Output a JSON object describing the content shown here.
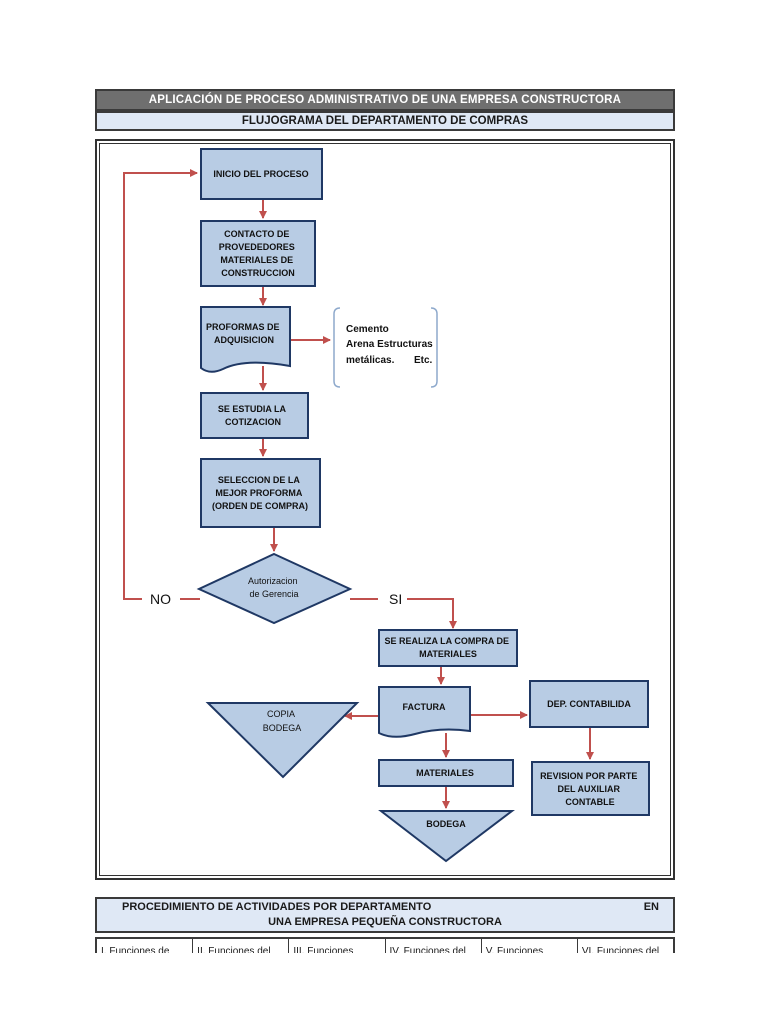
{
  "header": {
    "title": "APLICACIÓN DE PROCESO ADMINISTRATIVO DE UNA EMPRESA CONSTRUCTORA",
    "subtitle": "FLUJOGRAMA DEL DEPARTAMENTO DE COMPRAS"
  },
  "flow": {
    "inicio": [
      "INICIO DEL PROCESO"
    ],
    "contacto": [
      "CONTACTO DE",
      "PROVEDEDORES",
      "MATERIALES DE",
      "CONSTRUCCION"
    ],
    "proformas": [
      "PROFORMAS DE",
      "ADQUISICION"
    ],
    "nota": [
      "Cemento",
      "Arena Estructuras",
      "metálicas.",
      "Etc."
    ],
    "estudia": [
      "SE ESTUDIA LA",
      "COTIZACION"
    ],
    "seleccion": [
      "SELECCION DE LA",
      "MEJOR PROFORMA",
      "(ORDEN DE COMPRA)"
    ],
    "autorizacion": [
      "Autorizacion",
      "de Gerencia"
    ],
    "no_label": "NO",
    "si_label": "SI",
    "compra": [
      "SE REALIZA LA COMPRA DE",
      "MATERIALES"
    ],
    "factura": [
      "FACTURA"
    ],
    "contabilidad": [
      "DEP. CONTABILIDA"
    ],
    "copia": [
      "COPIA",
      "BODEGA"
    ],
    "materiales": [
      "MATERIALES"
    ],
    "revision": [
      "REVISION POR PARTE",
      "DEL AUXILIAR",
      "CONTABLE"
    ],
    "bodega": [
      "BODEGA"
    ]
  },
  "procedimiento": {
    "line1": "PROCEDIMIENTO DE ACTIVIDADES POR DEPARTAMENTO",
    "en": "EN",
    "line2": "UNA EMPRESA PEQUEÑA CONSTRUCTORA",
    "columns": [
      "I. Funciones de",
      "II. Funciones del",
      "III. Funciones",
      "IV. Funciones del",
      "V. Funciones",
      "VI. Funciones del"
    ]
  },
  "colors": {
    "shape_fill": "#b8cce4",
    "shape_stroke": "#1f3864",
    "arrow": "#c0504d"
  }
}
